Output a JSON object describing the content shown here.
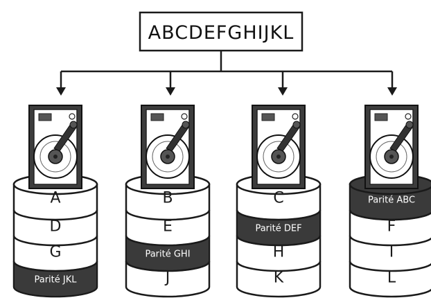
{
  "title": "ABCDEFGHIJKL",
  "disks": [
    {
      "segments": [
        {
          "text": "A",
          "parity": false
        },
        {
          "text": "D",
          "parity": false
        },
        {
          "text": "G",
          "parity": false
        },
        {
          "text": "Parité JKL",
          "parity": true
        }
      ]
    },
    {
      "segments": [
        {
          "text": "B",
          "parity": false
        },
        {
          "text": "E",
          "parity": false
        },
        {
          "text": "Parité GHI",
          "parity": true
        },
        {
          "text": "J",
          "parity": false
        }
      ]
    },
    {
      "segments": [
        {
          "text": "C",
          "parity": false
        },
        {
          "text": "Parité DEF",
          "parity": true
        },
        {
          "text": "H",
          "parity": false
        },
        {
          "text": "K",
          "parity": false
        }
      ]
    },
    {
      "segments": [
        {
          "text": "Parité ABC",
          "parity": true
        },
        {
          "text": "F",
          "parity": false
        },
        {
          "text": "I",
          "parity": false
        },
        {
          "text": "L",
          "parity": false
        }
      ]
    }
  ],
  "colors": {
    "ink": "#1a1a1a",
    "parity_fill": "#3a3a3a",
    "background": "#ffffff"
  }
}
